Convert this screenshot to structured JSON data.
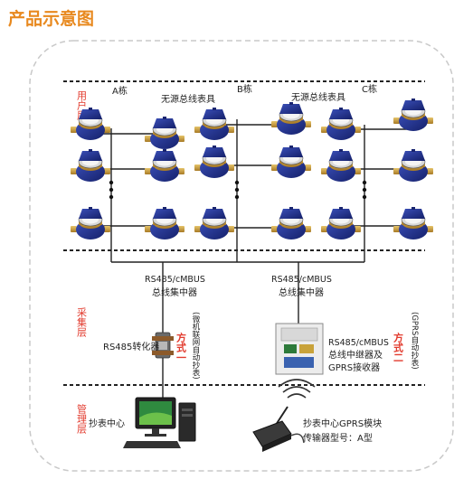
{
  "title": "产品示意图",
  "layers": {
    "user": "用户层",
    "collect": "采集层",
    "manage": "管理层"
  },
  "buildings": {
    "a": "A栋",
    "b": "B栋",
    "c": "C栋"
  },
  "bus_meter_label": "无源总线表具",
  "concentrator": {
    "line1": "RS485/cMBUS",
    "line2": "总线集中器"
  },
  "mode_one": {
    "label": "方式一",
    "note": "(微机联网自动抄表)"
  },
  "mode_two": {
    "label": "方式二",
    "note": "(GPRS自动抄表)"
  },
  "rs485_converter": "RS485转化器",
  "relay": {
    "line1": "RS485/cMBUS",
    "line2": "总线中继器及",
    "line3": "GPRS接收器"
  },
  "reading_center": "抄表中心",
  "gprs_module": {
    "line1": "抄表中心GPRS模块",
    "line2": "传输器型号：A型"
  },
  "colors": {
    "accent_red": "#e23b2e",
    "title_orange": "#e8891f",
    "meter_blue": "#1f2f8a",
    "meter_brass": "#c79a3a"
  }
}
